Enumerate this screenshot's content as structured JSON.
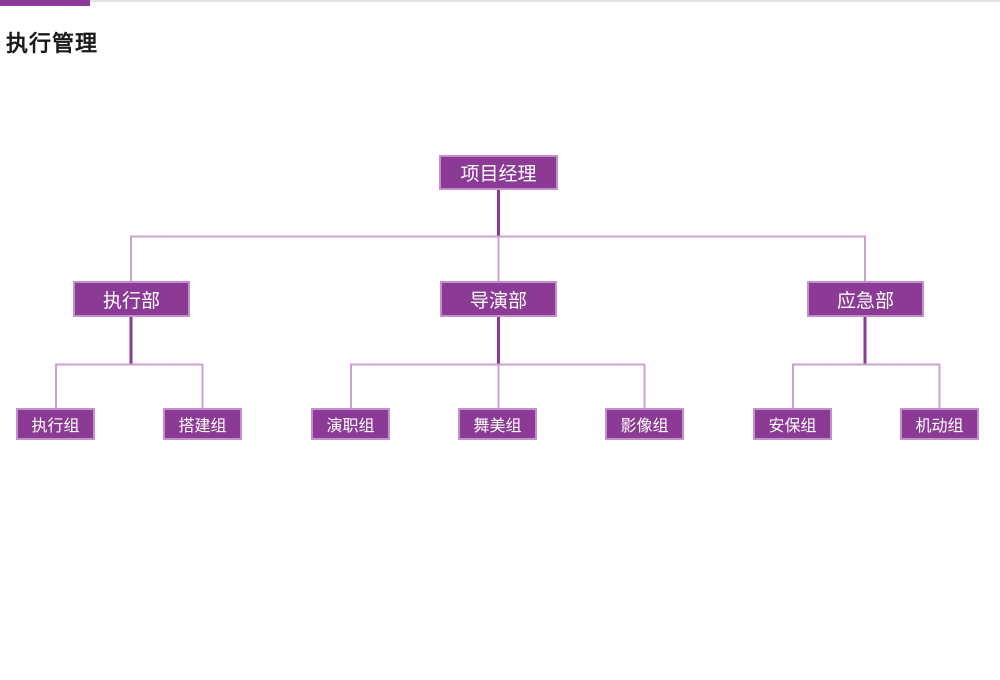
{
  "header": {
    "title": "执行管理",
    "accent_color": "#8b3b95",
    "rule_color": "#e3e3e3"
  },
  "theme": {
    "node_fill": "#8b3b95",
    "node_border": "#c490cc",
    "node_text": "#ffffff",
    "connector_dark": "#8b3b95",
    "connector_light": "#cba0d2",
    "background": "#ffffff"
  },
  "chart_data": {
    "type": "diagram",
    "subtype": "org-chart",
    "title": "执行管理",
    "orientation": "top-down",
    "levels": 3,
    "root": {
      "id": "project-manager",
      "label": "项目经理",
      "level": 1,
      "children": [
        {
          "id": "execution-dept",
          "label": "执行部",
          "level": 2,
          "children": [
            {
              "id": "execution-team",
              "label": "执行组",
              "level": 3
            },
            {
              "id": "construction-team",
              "label": "搭建组",
              "level": 3
            }
          ]
        },
        {
          "id": "director-dept",
          "label": "导演部",
          "level": 2,
          "children": [
            {
              "id": "cast-crew-team",
              "label": "演职组",
              "level": 3
            },
            {
              "id": "stage-art-team",
              "label": "舞美组",
              "level": 3
            },
            {
              "id": "video-team",
              "label": "影像组",
              "level": 3
            }
          ]
        },
        {
          "id": "emergency-dept",
          "label": "应急部",
          "level": 2,
          "children": [
            {
              "id": "security-team",
              "label": "安保组",
              "level": 3
            },
            {
              "id": "mobile-team",
              "label": "机动组",
              "level": 3
            }
          ]
        }
      ]
    },
    "nodes_flat": [
      {
        "id": "project-manager",
        "label": "项目经理",
        "level": 1,
        "parent": null
      },
      {
        "id": "execution-dept",
        "label": "执行部",
        "level": 2,
        "parent": "project-manager"
      },
      {
        "id": "director-dept",
        "label": "导演部",
        "level": 2,
        "parent": "project-manager"
      },
      {
        "id": "emergency-dept",
        "label": "应急部",
        "level": 2,
        "parent": "project-manager"
      },
      {
        "id": "execution-team",
        "label": "执行组",
        "level": 3,
        "parent": "execution-dept"
      },
      {
        "id": "construction-team",
        "label": "搭建组",
        "level": 3,
        "parent": "execution-dept"
      },
      {
        "id": "cast-crew-team",
        "label": "演职组",
        "level": 3,
        "parent": "director-dept"
      },
      {
        "id": "stage-art-team",
        "label": "舞美组",
        "level": 3,
        "parent": "director-dept"
      },
      {
        "id": "video-team",
        "label": "影像组",
        "level": 3,
        "parent": "director-dept"
      },
      {
        "id": "security-team",
        "label": "安保组",
        "level": 3,
        "parent": "emergency-dept"
      },
      {
        "id": "mobile-team",
        "label": "机动组",
        "level": 3,
        "parent": "emergency-dept"
      }
    ]
  }
}
